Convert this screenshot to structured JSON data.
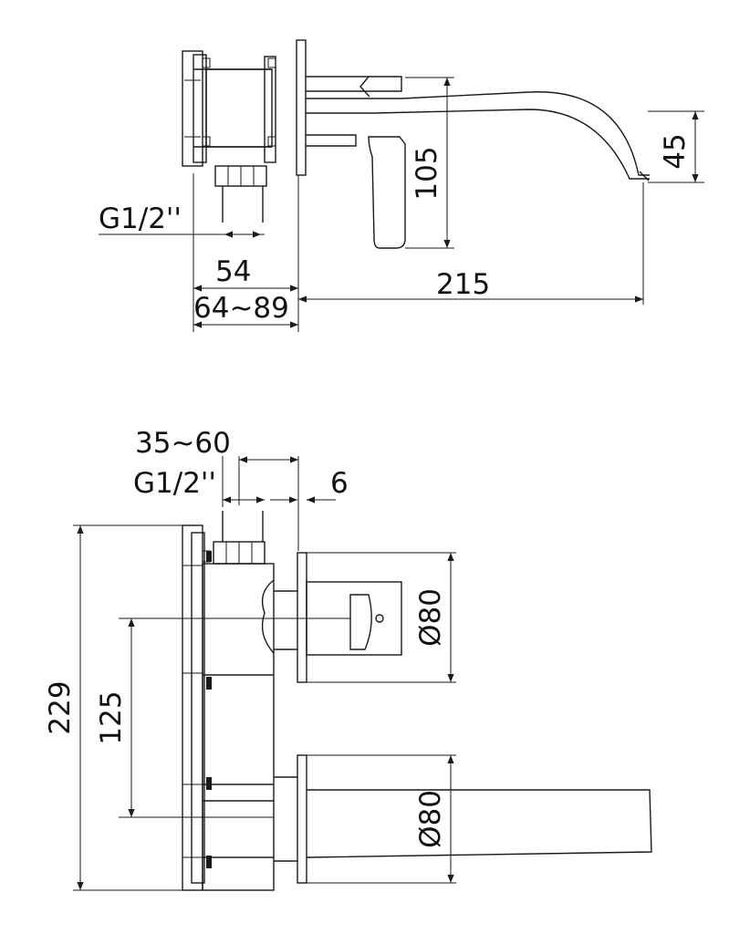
{
  "labels": {
    "top_thread": "G1/2''",
    "top_54": "54",
    "top_64_89": "64~89",
    "top_105": "105",
    "top_215": "215",
    "top_45": "45",
    "bot_35_60": "35~60",
    "bot_thread": "G1/2''",
    "bot_6": "6",
    "bot_229": "229",
    "bot_125": "125",
    "bot_d80_upper": "Ø80",
    "bot_d80_lower": "Ø80"
  }
}
